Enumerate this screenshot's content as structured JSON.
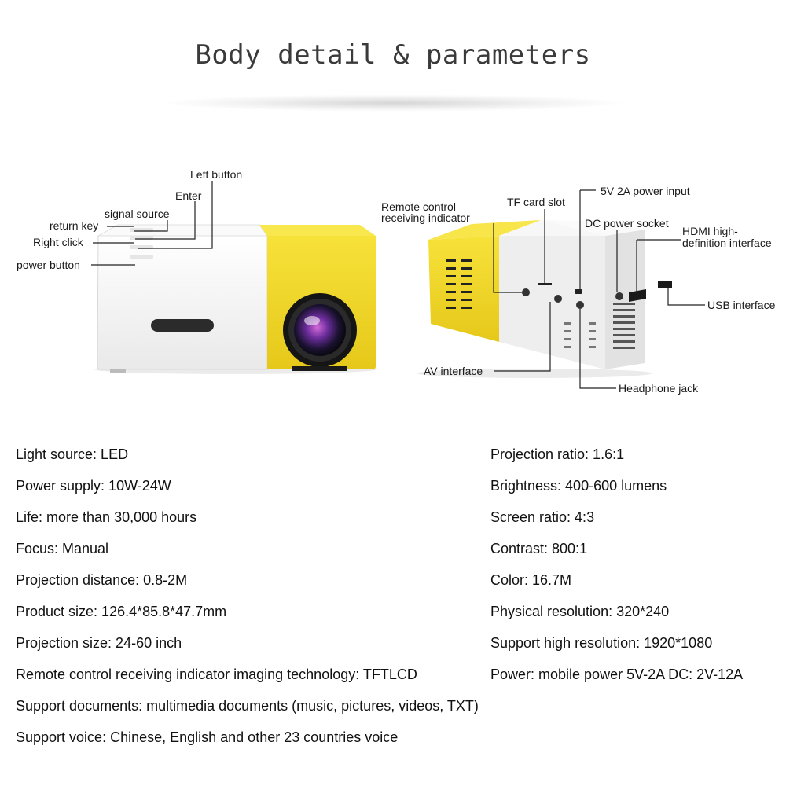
{
  "title": "Body detail & parameters",
  "front_labels": {
    "left_button": "Left button",
    "enter": "Enter",
    "signal_source": "signal source",
    "return_key": "return key",
    "right_click": "Right click",
    "power_button": "power button"
  },
  "rear_labels": {
    "remote_indicator_line1": "Remote control",
    "remote_indicator_line2": "receiving indicator",
    "tf_card_slot": "TF card slot",
    "power_input": "5V 2A power input",
    "dc_power_socket": "DC power socket",
    "hdmi_line1": "HDMI high-",
    "hdmi_line2": "definition interface",
    "usb_interface": "USB interface",
    "av_interface": "AV interface",
    "headphone_jack": "Headphone jack"
  },
  "specs_left": [
    "Light source: LED",
    "Power supply: 10W-24W",
    "Life: more than 30,000 hours",
    "Focus: Manual",
    "Projection distance: 0.8-2M",
    "Product size: 126.4*85.8*47.7mm",
    "Projection size: 24-60 inch",
    "Remote control receiving indicator imaging technology: TFTLCD",
    "Support documents: multimedia documents (music, pictures, videos, TXT)",
    "Support voice: Chinese, English and other 23 countries voice"
  ],
  "specs_right": [
    "Projection ratio: 1.6:1",
    "Brightness: 400-600 lumens",
    "Screen ratio: 4:3",
    "Contrast: 800:1",
    "Color: 16.7M",
    "Physical resolution: 320*240",
    "Support high resolution: 1920*1080",
    "Power: mobile power 5V-2A DC: 2V-12A"
  ],
  "colors": {
    "yellow": "#f2dc2a",
    "white_body": "#f4f4f4"
  }
}
